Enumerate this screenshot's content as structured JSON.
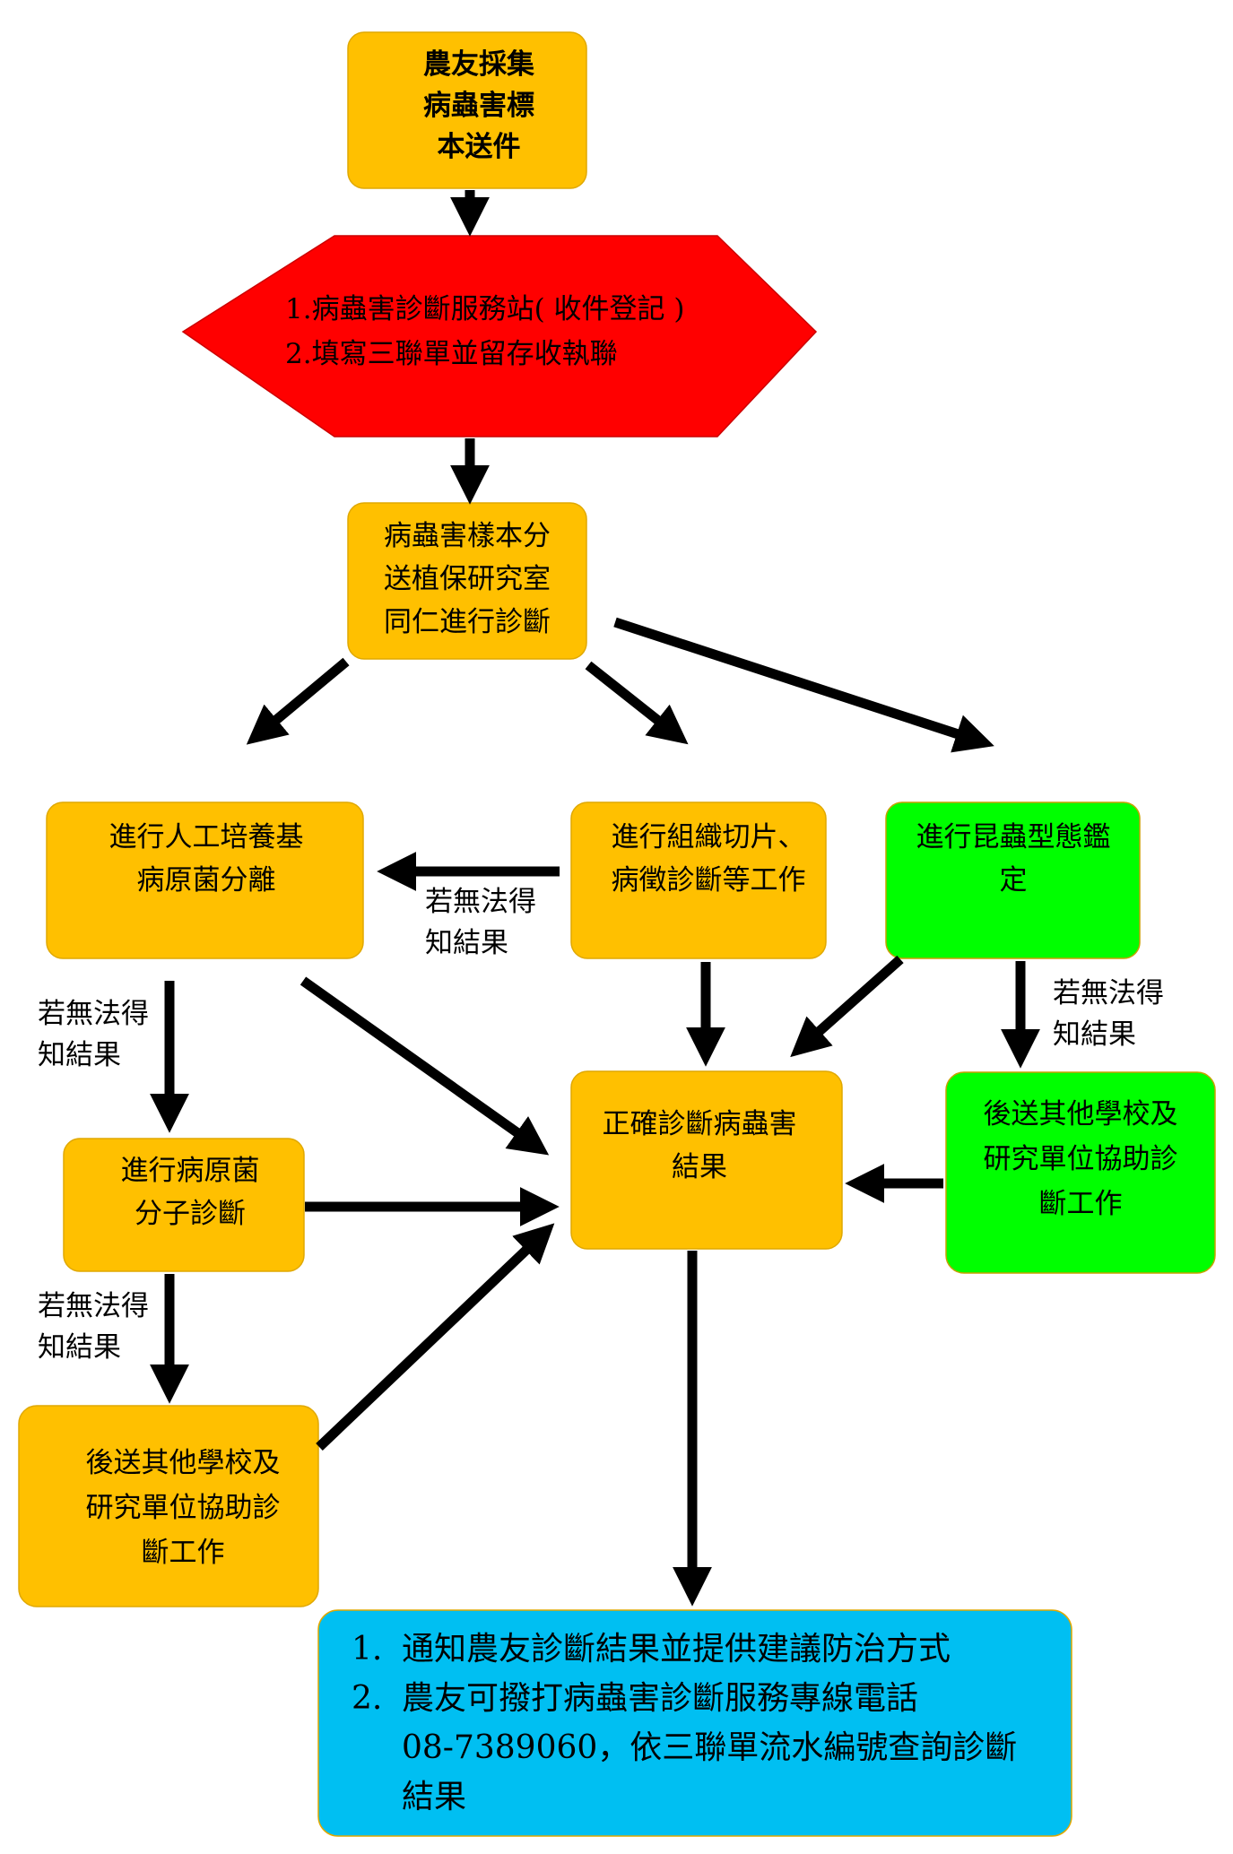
{
  "colors": {
    "orange": "#ffc000",
    "red": "#ff0000",
    "green": "#00ff00",
    "blue": "#00bff2",
    "border_orange": "#e0a800",
    "border_green": "#c8a000"
  },
  "nodes": {
    "start": {
      "lines": [
        "農友採集",
        "病蟲害標",
        "本送件"
      ]
    },
    "register": {
      "lines": [
        "1.病蟲害診斷服務站(  收件登記  )",
        "2.填寫三聯單並留存收執聯"
      ]
    },
    "dispatch": {
      "lines": [
        "病蟲害樣本分",
        "送植保研究室",
        "同仁進行診斷"
      ]
    },
    "culture": {
      "lines": [
        "進行人工培養基",
        "病原菌分離"
      ]
    },
    "tissue": {
      "lines": [
        "進行組織切片、",
        "病徵診斷等工作"
      ]
    },
    "insect": {
      "lines": [
        "進行昆蟲型態鑑",
        "定"
      ]
    },
    "molecular": {
      "lines": [
        "進行病原菌",
        "分子診斷"
      ]
    },
    "result": {
      "lines": [
        "正確診斷病蟲害",
        "結果"
      ]
    },
    "other_right": {
      "lines": [
        "後送其他學校及",
        "研究單位協助診",
        "斷工作"
      ]
    },
    "other_left": {
      "lines": [
        "後送其他學校及",
        "研究單位協助診",
        "斷工作"
      ]
    },
    "notify": {
      "items": [
        {
          "num": "1.",
          "lines": [
            "通知農友診斷結果並提供建議防治方式"
          ]
        },
        {
          "num": "2.",
          "lines": [
            "農友可撥打病蟲害診斷服務專線電話",
            "08-7389060，依三聯單流水編號查詢診斷",
            "結果"
          ]
        }
      ]
    }
  },
  "notes": {
    "tissue_to_culture": [
      "若無法得",
      "知結果"
    ],
    "culture_to_molecular": [
      "若無法得",
      "知結果"
    ],
    "molecular_to_other": [
      "若無法得",
      "知結果"
    ],
    "insect_to_other": [
      "若無法得",
      "知結果"
    ]
  }
}
